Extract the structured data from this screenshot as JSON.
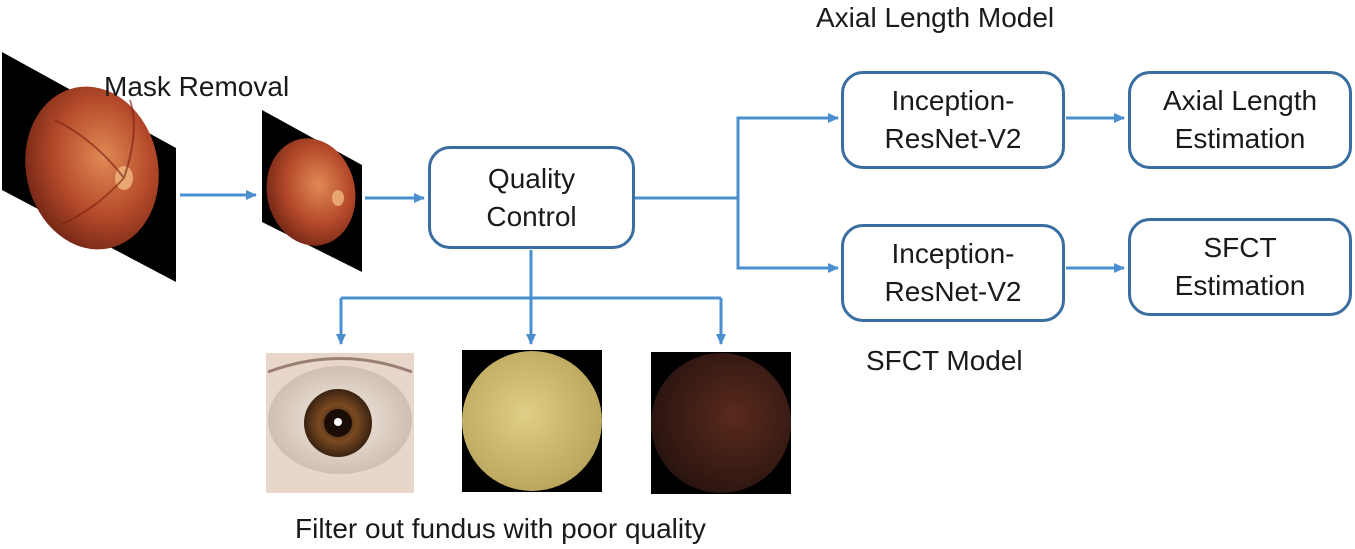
{
  "labels": {
    "mask_removal": "Mask Removal",
    "axial_length_model": "Axial Length Model",
    "sfct_model": "SFCT Model",
    "filter_caption": "Filter out fundus with poor quality"
  },
  "boxes": {
    "quality_control": {
      "line1": "Quality",
      "line2": "Control"
    },
    "inception_top": {
      "line1": "Inception-",
      "line2": "ResNet-V2"
    },
    "inception_bottom": {
      "line1": "Inception-",
      "line2": "ResNet-V2"
    },
    "axial_estimation": {
      "line1": "Axial Length",
      "line2": "Estimation"
    },
    "sfct_estimation": {
      "line1": "SFCT",
      "line2": "Estimation"
    }
  },
  "images": {
    "fundus_original": "fundus-image",
    "fundus_masked": "fundus-image",
    "rejected_eye": "external-eye-image",
    "rejected_yellow": "overexposed-fundus-image",
    "rejected_dark": "underexposed-fundus-image"
  },
  "colors": {
    "arrow": "#4a8fd0",
    "box_border": "#3b6ea0",
    "text": "#1a1a1a"
  }
}
